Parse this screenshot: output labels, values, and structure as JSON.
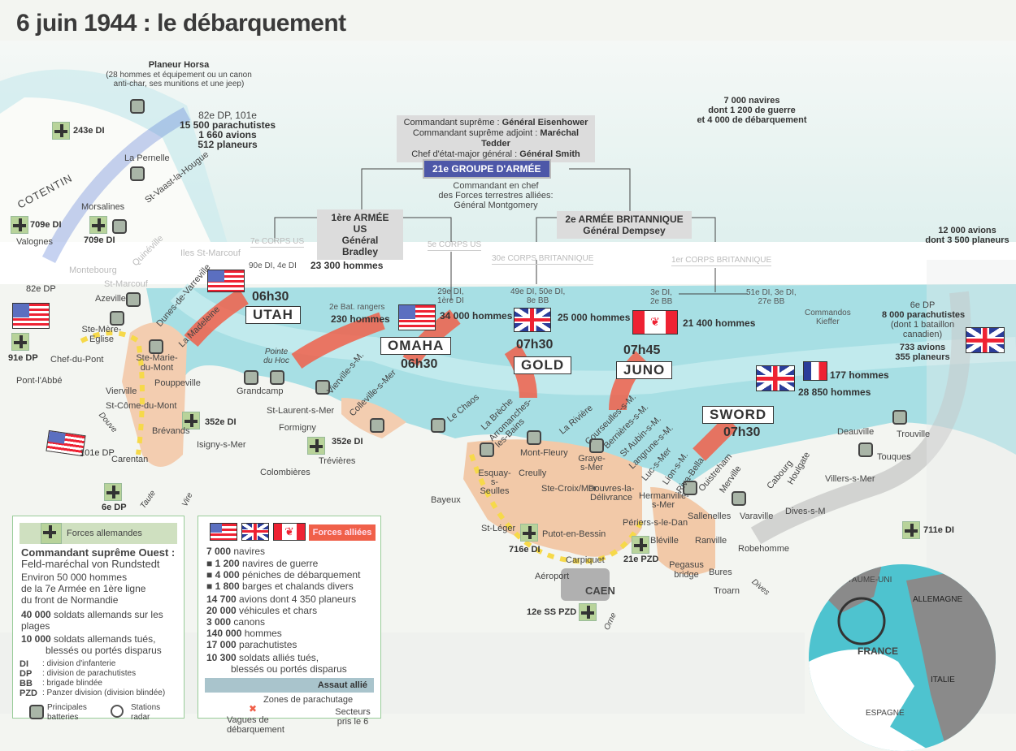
{
  "title": "6 juin 1944 : le débarquement",
  "glider": {
    "name": "Planeur Horsa",
    "desc1": "(28 hommes et équipement ou un canon",
    "desc2": "anti-char, ses munitions et une jeep)"
  },
  "airborne_us": {
    "units": "82e DP, 101e",
    "paras": "15 500 parachutistes",
    "planes": "1 660 avions",
    "gliders": "512 planeurs"
  },
  "command": {
    "l1a": "Commandant suprême : ",
    "l1b": "Général Eisenhower",
    "l2a": "Commandant suprême adjoint : ",
    "l2b": "Maréchal Tedder",
    "l3a": "Chef d'état-major général : ",
    "l3b": "Général Smith"
  },
  "navy": {
    "l1": "7 000 navires",
    "l2": "dont 1 200 de guerre",
    "l3": "et 4 000 de débarquement"
  },
  "air": {
    "l1": "12 000 avions",
    "l2": "dont 3 500 planeurs"
  },
  "org": {
    "group": "21e GROUPE D'ARMÉE",
    "cmd1": "Commandant en chef",
    "cmd2": "des Forces terrestres alliées:",
    "cmd3": "Général Montgomery",
    "us_army": "1ère ARMÉE US",
    "us_gen": "Général Bradley",
    "uk_army": "2e ARMÉE BRITANNIQUE",
    "uk_gen": "Général Dempsey",
    "corps7": "7e CORPS US",
    "corps5": "5e CORPS US",
    "corps30": "30e CORPS BRITANNIQUE",
    "corps1": "1er CORPS BRITANNIQUE"
  },
  "beaches": {
    "utah": {
      "name": "UTAH",
      "time": "06h30",
      "divs": "90e DI, 4e DI",
      "men": "23 300 hommes"
    },
    "omaha": {
      "name": "OMAHA",
      "time": "06h30",
      "divs1": "29e DI,",
      "divs2": "1ère DI",
      "men": "34 000 hommes"
    },
    "rangers": {
      "l1": "2e Bat. rangers",
      "l2": "230 hommes"
    },
    "gold": {
      "name": "GOLD",
      "time": "07h30",
      "divs1": "49e DI, 50e DI,",
      "divs2": "8e BB",
      "men": "25 000 hommes"
    },
    "juno": {
      "name": "JUNO",
      "time": "07h45",
      "divs1": "3e DI,",
      "divs2": "2e BB",
      "men": "21 400 hommes"
    },
    "sword": {
      "name": "SWORD",
      "time": "07h30",
      "divs1": "51e DI, 3e DI,",
      "divs2": "27e BB",
      "men": "28 850 hommes"
    },
    "kieffer": {
      "l1": "Commandos",
      "l2": "Kieffer",
      "men": "177 hommes"
    },
    "uk_airborne": {
      "unit": "6e DP",
      "paras": "8 000 parachutistes",
      "note1": "(dont 1 bataillon",
      "note2": "canadien)",
      "planes": "733 avions",
      "gliders": "355 planeurs"
    }
  },
  "german_units": [
    "243e DI",
    "709e DI",
    "709e DI",
    "91e DP",
    "352e DI",
    "352e DI",
    "6e DP",
    "716e DI",
    "21e PZD",
    "12e SS PZD",
    "711e DI"
  ],
  "allied_units": [
    "82e DP",
    "101e DP"
  ],
  "places": [
    "COTENTIN",
    "La Pernelle",
    "St-Vaast-la-Hougue",
    "Morsalines",
    "Valognes",
    "Montebourg",
    "Iles St-Marcouf",
    "Quinéville",
    "St-Marcouf",
    "Azeville",
    "Dunes-de-Varreville",
    "La Madeleine",
    "Ste-Mère-Eglise",
    "Ste-Marie-du-Mont",
    "Chef-du-Pont",
    "Pont-l'Abbé",
    "Pouppeville",
    "Vierville",
    "St-Côme-du-Mont",
    "Douve",
    "Brévands",
    "Carentan",
    "Isigny-s-Mer",
    "Taute",
    "Vire",
    "Pointe du Hoc",
    "Grandcamp",
    "Vierville-s-M.",
    "St-Laurent-s-Mer",
    "Colleville-s-Mer",
    "Formigny",
    "Trévières",
    "Colombières",
    "Le Chaos",
    "La Brèche",
    "Arromanches-les-Bains",
    "La Rivière",
    "Courseulles-s-M.",
    "Bernières-s-M.",
    "St Aubin-s-M.",
    "Langrune-s-M.",
    "Luc-s-Mer",
    "Mont-Fleury",
    "Graye-s-Mer",
    "Esquay-s-Seulles",
    "Creully",
    "Ste-Croix/Mer",
    "Bayeux",
    "Douvres-la-Délivrance",
    "Hermanville-s-Mer",
    "Lion-s-M.",
    "Riva-Bella",
    "Ouistreham",
    "Merville",
    "Cabourg",
    "Houlgate",
    "Deauville",
    "Trouville",
    "Touques",
    "Villers-s-Mer",
    "Dives-s-M",
    "Varaville",
    "Sallenelles",
    "Périers-s-le-Dan",
    "St-Léger",
    "Putot-en-Bessin",
    "Bléville",
    "Ranville",
    "Robehomme",
    "Carpiquet",
    "Pegasus bridge",
    "Bures",
    "Aéroport",
    "Troarn",
    "CAEN",
    "Orne",
    "Dives"
  ],
  "inset": {
    "uk": "ROYAUME-UNI",
    "de": "ALLEMAGNE",
    "fr": "FRANCE",
    "it": "ITALIE",
    "es": "ESPAGNE"
  },
  "legend_german": {
    "header": "Forces allemandes",
    "cmd": "Commandant suprême Ouest :",
    "cmd_name": "Feld-maréchal von Rundstedt",
    "l1": "Environ 50 000 hommes",
    "l2": "de la 7e Armée en 1ère ligne",
    "l3": "du front de Normandie",
    "l4b": "40 000",
    "l4": " soldats allemands sur les plages",
    "l5b": "10 000",
    "l5": " soldats allemands tués,",
    "l6": "blessés ou portés disparus",
    "abbr": [
      {
        "k": "DI",
        "v": ": division d'infanterie"
      },
      {
        "k": "DP",
        "v": ": division de parachutistes"
      },
      {
        "k": "BB",
        "v": ": brigade blindée"
      },
      {
        "k": "PZD",
        "v": ": Panzer division (division blindée)"
      }
    ],
    "batteries": "Principales batteries",
    "radar": "Stations radar"
  },
  "legend_allied": {
    "header": "Forces alliées",
    "rows": [
      {
        "b": "7 000",
        "t": " navires"
      },
      {
        "b": "■ 1 200",
        "t": " navires de guerre"
      },
      {
        "b": "■ 4 000",
        "t": " péniches de débarquement"
      },
      {
        "b": "■ 1 800",
        "t": " barges et chalands divers"
      },
      {
        "b": "14 700",
        "t": " avions dont 4 350 planeurs"
      },
      {
        "b": "20 000",
        "t": " véhicules et chars"
      },
      {
        "b": "3 000",
        "t": " canons"
      },
      {
        "b": "140 000",
        "t": " hommes"
      },
      {
        "b": "17 000",
        "t": " parachutistes"
      },
      {
        "b": "10 300",
        "t": " soldats alliés tués,"
      }
    ],
    "last": "blessés ou portés disparus",
    "assault": "Assaut allié",
    "drop": "Zones de parachutage",
    "waves": "Vagues de débarquement",
    "sectors": "Secteurs pris le 6"
  },
  "colors": {
    "sea": "#9fdde3",
    "land": "#f2c9a8",
    "arrow": "#f0604a",
    "panel_green": "#cfe0c0",
    "group_blue": "#4d57a8"
  }
}
